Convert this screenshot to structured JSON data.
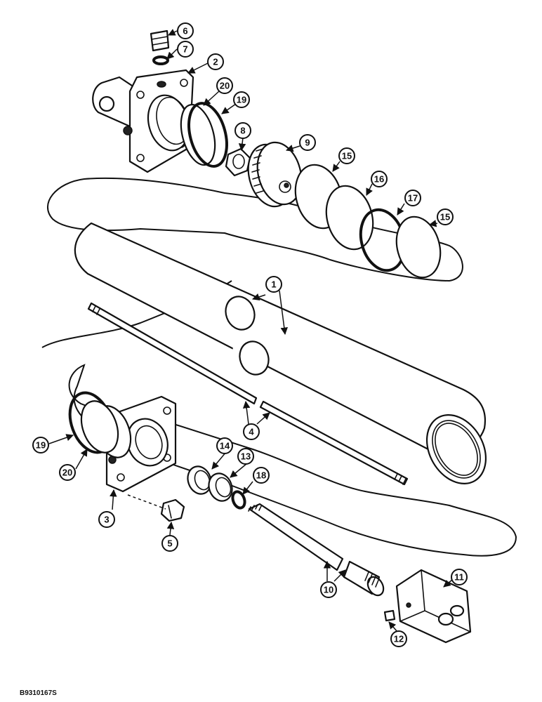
{
  "diagram": {
    "drawing_code": "B9310167S",
    "callouts": {
      "c1": "1",
      "c2": "2",
      "c3": "3",
      "c4": "4",
      "c5": "5",
      "c6": "6",
      "c7": "7",
      "c8": "8",
      "c9": "9",
      "c10": "10",
      "c11": "11",
      "c12": "12",
      "c13": "13",
      "c14": "14",
      "c15a": "15",
      "c15b": "15",
      "c16": "16",
      "c17": "17",
      "c18": "18",
      "c19a": "19",
      "c19b": "19",
      "c20a": "20",
      "c20b": "20"
    }
  }
}
